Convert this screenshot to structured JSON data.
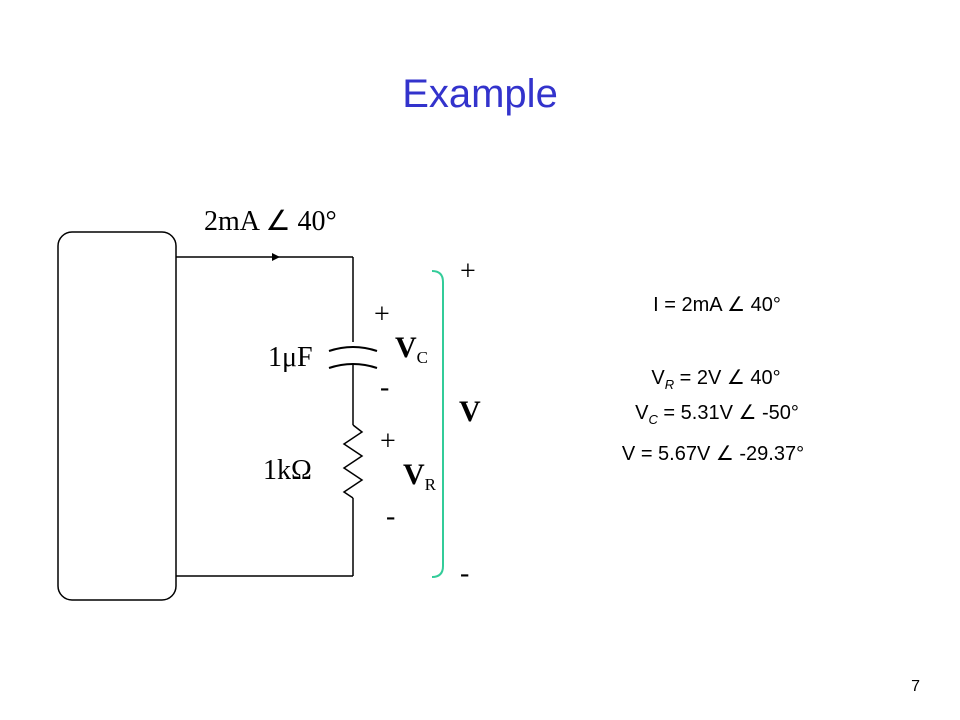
{
  "slide": {
    "title": "Example",
    "page_number": "7"
  },
  "circuit": {
    "source_current_label": "2mA  ∠  40°",
    "capacitor_label": "1μF",
    "resistor_label": "1kΩ",
    "vc_label": {
      "main": "V",
      "sub": "C"
    },
    "vr_label": {
      "main": "V",
      "sub": "R"
    },
    "v_label": "V",
    "plus_sign": "+",
    "minus_sign": "-",
    "bracket_color": "#33cc99"
  },
  "results": {
    "current": {
      "name": "I",
      "sub": "",
      "rest": " = 2mA  ∠  40°"
    },
    "vr": {
      "name": "V",
      "sub": "R",
      "rest": " = 2V  ∠  40°"
    },
    "vc": {
      "name": "V",
      "sub": "C",
      "rest": " = 5.31V  ∠  -50°"
    },
    "v": {
      "name": "V",
      "sub": "",
      "rest": " = 5.67V  ∠  -29.37°"
    }
  }
}
